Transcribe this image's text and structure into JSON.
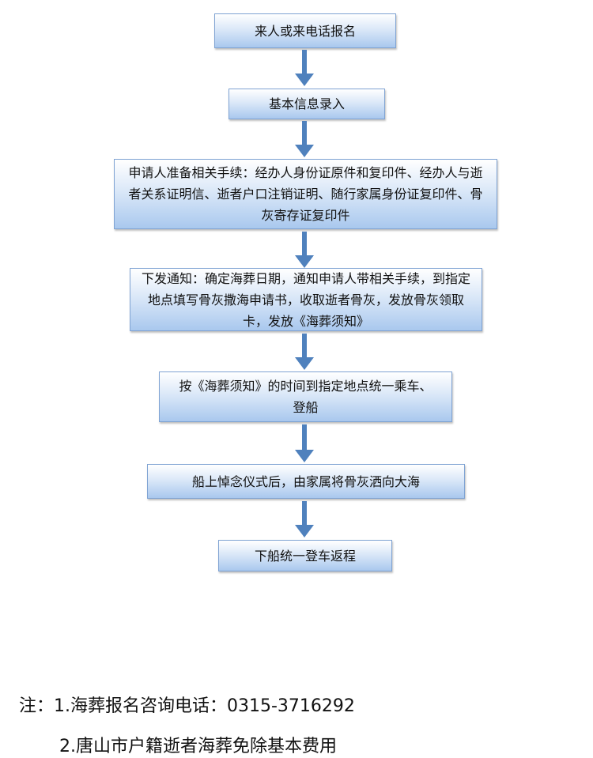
{
  "steps": [
    {
      "text": "来人或来电话报名"
    },
    {
      "text": "基本信息录入"
    },
    {
      "text": "申请人准备相关手续：经办人身份证原件和复印件、经办人与逝者关系证明信、逝者户口注销证明、随行家属身份证复印件、骨灰寄存证复印件"
    },
    {
      "text": "下发通知：确定海葬日期，通知申请人带相关手续，到指定地点填写骨灰撒海申请书，收取逝者骨灰，发放骨灰领取卡，发放《海葬须知》"
    },
    {
      "text": "按《海葬须知》的时间到指定地点统一乘车、登船"
    },
    {
      "text": "船上悼念仪式后，由家属将骨灰洒向大海"
    },
    {
      "text": "下船统一登车返程"
    }
  ],
  "notes": {
    "line1": "注：1.海葬报名咨询电话：0315-3716292",
    "line2": "2.唐山市户籍逝者海葬免除基本费用"
  },
  "colors": {
    "arrow": "#4f81bd",
    "box_border": "#7fa3d3",
    "box_bottom": "#a9c8ee"
  }
}
